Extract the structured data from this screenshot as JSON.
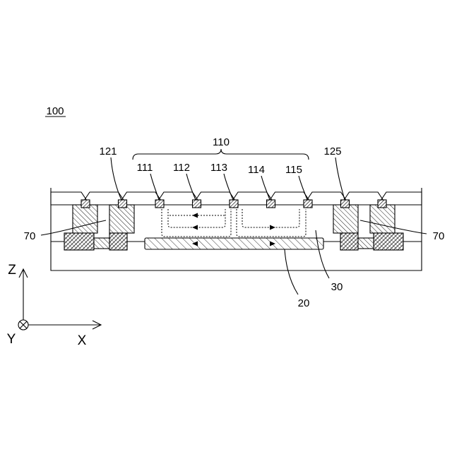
{
  "figure": {
    "number": "100"
  },
  "labels": {
    "electrode_group": "110",
    "electrode_121": "121",
    "electrode_111": "111",
    "electrode_112": "112",
    "electrode_113": "113",
    "electrode_114": "114",
    "electrode_115": "115",
    "electrode_125": "125",
    "support_left": "70",
    "support_right": "70",
    "layer_30": "30",
    "layer_20": "20"
  },
  "axes": {
    "z": "Z",
    "x": "X",
    "y": "Y"
  },
  "colors": {
    "ink": "#000000",
    "paper": "#ffffff"
  }
}
